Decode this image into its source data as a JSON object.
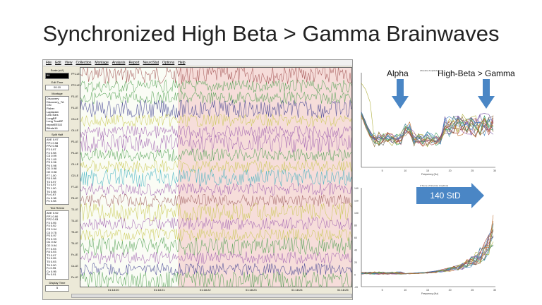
{
  "slide": {
    "title": "Synchronized High Beta > Gamma Brainwaves"
  },
  "menu": [
    "File",
    "Edit",
    "View",
    "Collection",
    "Montage",
    "Analysis",
    "Report",
    "NeuroStat",
    "Options",
    "Help"
  ],
  "left": {
    "scale_label": "Scale (uV)",
    "scale_value": "50",
    "edit_time_label": "Edit Time",
    "edit_time_value": "00:10",
    "montage_label": "Montage",
    "montages": [
      "Discovery",
      "Discovery_TA",
      "CSI",
      "Fisher",
      "Laplacian",
      "Link Ears",
      "LongBP",
      "Long TranBP",
      "reprotEEG/2",
      "Blinde16"
    ],
    "split_half_label": "Split Half",
    "split_half": [
      "AVE 0.97",
      "FP1 0.98",
      "FP2 0.98",
      "F3 0.97",
      "F4 0.98",
      "C3 0.99",
      "C4 1.00",
      "P3 0.96",
      "P4 0.98",
      "O1 0.98",
      "O2 0.98",
      "F7 1.00",
      "F8 0.98",
      "T3 0.97",
      "T4 0.97",
      "T5 1.00",
      "T6 0.98",
      "Fz 0.97",
      "Cz 0.98",
      "Pz 0.98"
    ],
    "test_retest_label": "Test Retest",
    "test_retest": [
      "AVE 0.92",
      "FP1 0.90",
      "FP2 0.93",
      "F3 0.95",
      "F4 0.92",
      "C3 0.94",
      "C4 0.75",
      "P3 0.97",
      "P4 0.93",
      "O1 0.92",
      "O2 0.94",
      "F7 0.93",
      "F8 0.93",
      "T3 0.97",
      "T4 0.95",
      "T5 0.93",
      "T6 0.90",
      "Fz 0.95",
      "Cz 0.95",
      "Pz 0.91"
    ],
    "display_time_label": "Display Time",
    "display_time_value": "5"
  },
  "channels": [
    "FP1-LE",
    "FP2-LE",
    "F3-LE",
    "F4-LE",
    "C3-LE",
    "C4-LE",
    "P3-LE",
    "P4-LE",
    "O1-LE",
    "O2-LE",
    "F7-LE",
    "F8-LE",
    "T3-LE",
    "T4-LE",
    "T5-LE",
    "T6-LE",
    "Fz-LE",
    "Cz-LE",
    "Pz-LE"
  ],
  "channel_colors": [
    "#a05050",
    "#50a050",
    "#50a050",
    "#404090",
    "#c8c850",
    "#a060b0",
    "#a060b0",
    "#50a050",
    "#c8c850",
    "#40b0c0",
    "#a060b0",
    "#a06060",
    "#c8c850",
    "#a060b0",
    "#c8c850",
    "#50a050",
    "#a060b0",
    "#404090",
    "#50a050"
  ],
  "times": [
    "01:18:20",
    "01:18:21",
    "01:18:22",
    "01:18:23",
    "01:18:24",
    "01:18:25"
  ],
  "annotations": {
    "alpha": "Alpha",
    "high_beta": "High-Beta > Gamma",
    "std": "140 StD"
  },
  "spectrum": {
    "title": "Absolute Amplitude (uV)",
    "xlabel": "Frequency (Hz)",
    "xticks": [
      "5",
      "10",
      "15",
      "20",
      "25",
      "30"
    ]
  },
  "zscore": {
    "title": "Z Score of Absolute Amplitude",
    "xlabel": "Frequency (Hz)",
    "xticks": [
      "5",
      "10",
      "15",
      "20",
      "25",
      "30"
    ],
    "yticks": [
      "140",
      "120",
      "100",
      "80",
      "60",
      "40",
      "20",
      "0",
      "-20"
    ]
  },
  "colors": {
    "arrow": "#4a86c5",
    "selection": "#f4c8c8"
  }
}
